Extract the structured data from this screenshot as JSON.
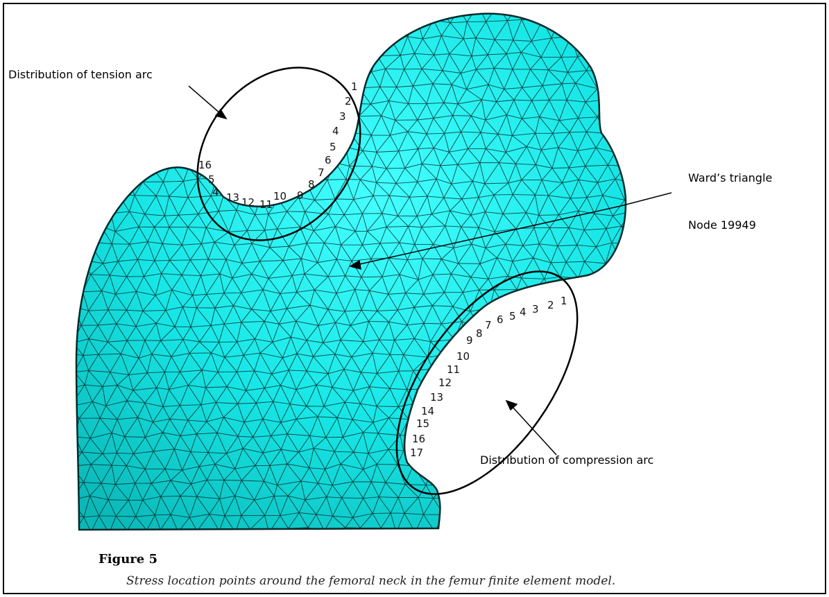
{
  "figure": {
    "title": "Figure 5",
    "caption": "Stress location points around the femoral neck in the femur finite element model."
  },
  "labels": {
    "tension_arc": "Distribution of tension arc",
    "compression_arc": "Distribution of compression arc",
    "wards_triangle": "Ward’s triangle",
    "node": "Node 19949"
  },
  "tension_points": [
    "1",
    "2",
    "3",
    "4",
    "5",
    "6",
    "7",
    "8",
    "9",
    "10",
    "11",
    "12",
    "13",
    "4",
    "5",
    "16"
  ],
  "compression_points": [
    "1",
    "2",
    "3",
    "4",
    "5",
    "6",
    "7",
    "8",
    "9",
    "10",
    "11",
    "12",
    "13",
    "14",
    "15",
    "16",
    "17"
  ],
  "colors": {
    "mesh_fill": "#1ee9e9",
    "mesh_line": "#0a2a2a"
  }
}
